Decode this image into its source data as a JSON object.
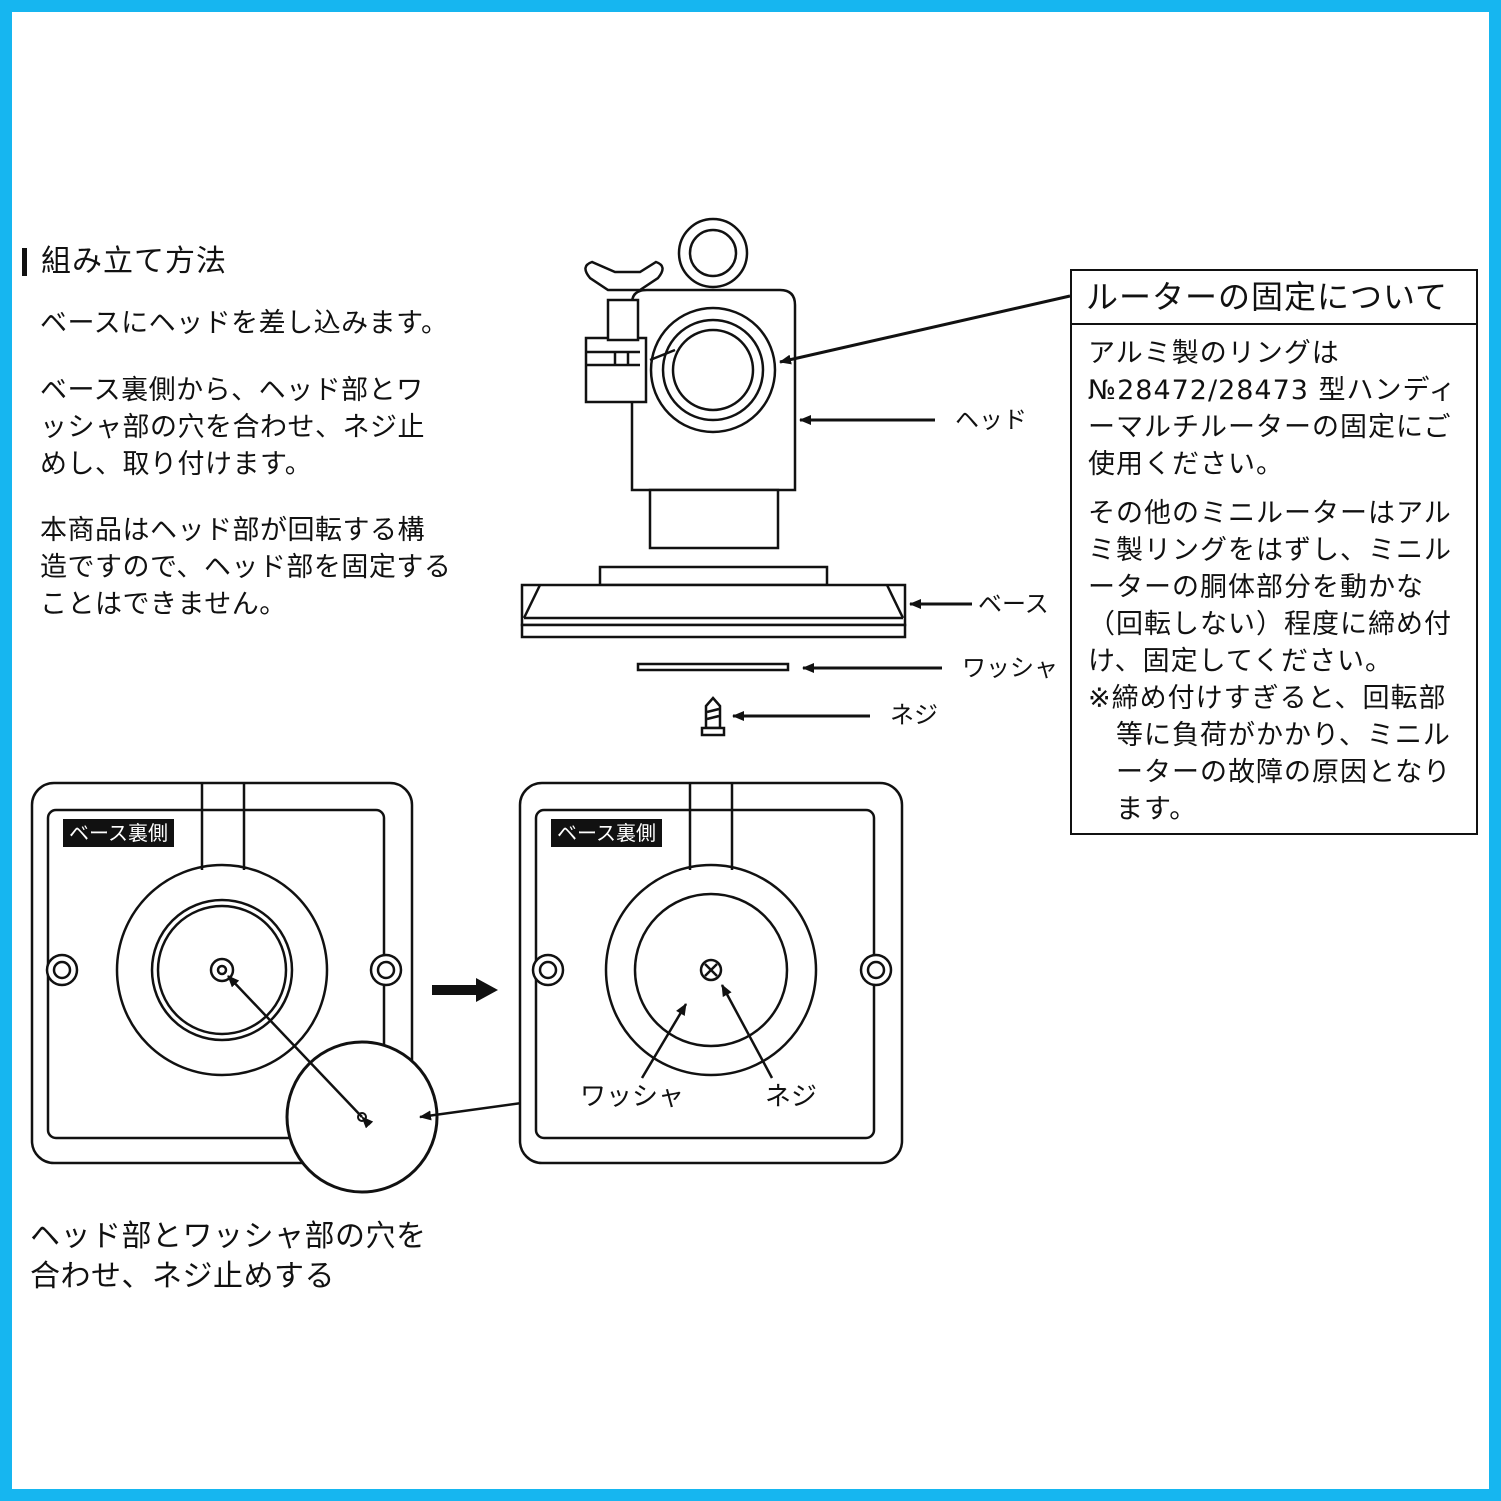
{
  "section": {
    "title": "組み立て方法",
    "paragraphs": [
      "ベースにヘッドを差し込みます。",
      "ベース裏側から、ヘッド部とワッシャ部の穴を合わせ、ネジ止めし、取り付けます。",
      "本商品はヘッド部が回転する構造ですので、ヘッド部を固定することはできません。"
    ]
  },
  "callout": {
    "title": "ルーターの固定について",
    "paragraph1": "アルミ製のリングは№28472/28473 型ハンディーマルチルーターの固定にご使用ください。",
    "paragraph2": "その他のミニルーターはアルミ製リングをはずし、ミニルーターの胴体部分を動かな（回転しない）程度に締め付け、固定してください。",
    "note": "※締め付けすぎると、回転部等に負荷がかかり、ミニルーターの故障の原因となります。"
  },
  "parts": {
    "head": "ヘッド",
    "base": "ベース",
    "washer": "ワッシャ",
    "screw": "ネジ"
  },
  "bottom_view": {
    "tag_left": "ベース裏側",
    "tag_right": "ベース裏側",
    "washer_label": "ワッシャ",
    "screw_label": "ネジ",
    "caption": "ヘッド部とワッシャ部の穴を合わせ、ネジ止めする"
  },
  "colors": {
    "frame": "#16b6f0",
    "ink": "#111111",
    "background": "#ffffff"
  }
}
